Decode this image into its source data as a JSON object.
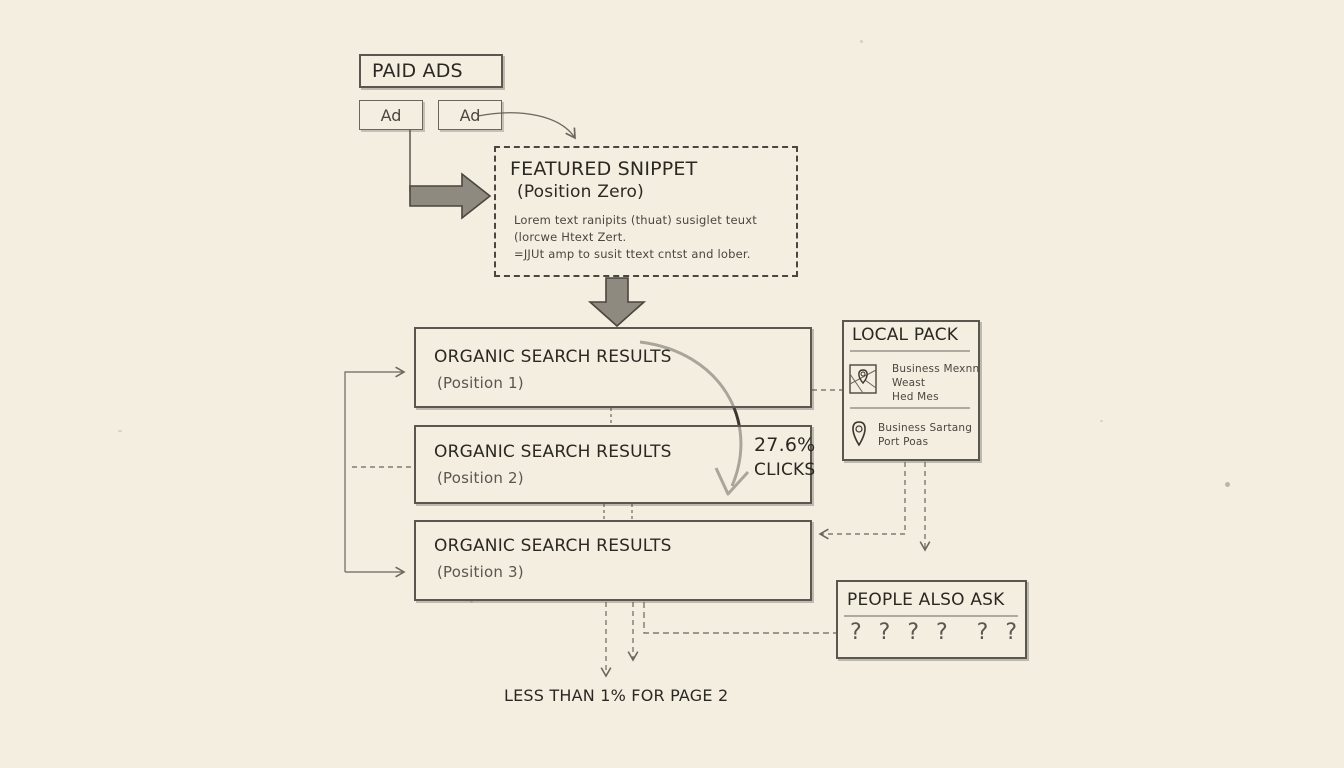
{
  "paid_ads": {
    "label": "PAID ADS",
    "ads": [
      "Ad",
      "Ad"
    ]
  },
  "featured_snippet": {
    "title": "FEATURED SNIPPET",
    "subtitle": "(Position Zero)",
    "lines": [
      "Lorem text ranipits (thuat) susiglet teuxt",
      "(lorcwe Htext Zert.",
      "=JJUt amp to susit ttext cntst and lober."
    ]
  },
  "organic": [
    {
      "title": "ORGANIC SEARCH RESULTS",
      "position": "(Position 1)"
    },
    {
      "title": "ORGANIC SEARCH RESULTS",
      "position": "(Position 2)"
    },
    {
      "title": "ORGANIC SEARCH RESULTS",
      "position": "(Position 3)"
    }
  ],
  "clicks": {
    "percent": "27.6%",
    "label": "CLICKS"
  },
  "local_pack": {
    "title": "LOCAL PACK",
    "entries": [
      {
        "icon": "map-icon",
        "lines": [
          "Business Mexnn",
          "Weast",
          "Hed Mes"
        ]
      },
      {
        "icon": "location-pin-icon",
        "lines": [
          "Business Sartang",
          "Port Poas"
        ]
      }
    ]
  },
  "people_also_ask": {
    "title": "PEOPLE ALSO ASK",
    "marks": "? ? ? ?  ? ?"
  },
  "footer_note": "LESS THAN 1% FOR PAGE 2",
  "colors": {
    "paper": "#f3eee0",
    "ink": "#2f2c27",
    "pencil": "#5a5650"
  }
}
